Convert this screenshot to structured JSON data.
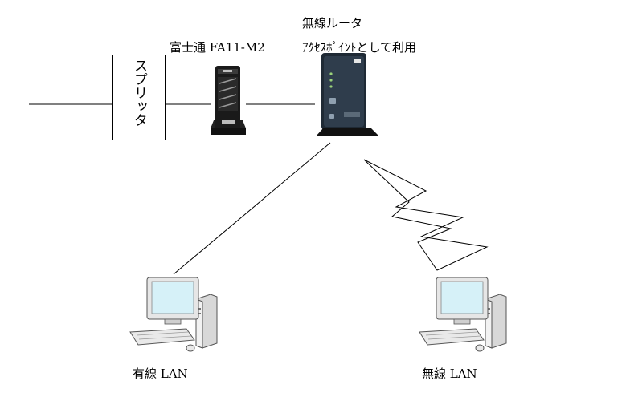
{
  "splitter": {
    "label": "スプリッタ"
  },
  "modem": {
    "label": "富士通 FA11-M2"
  },
  "router": {
    "title": "無線ルータ",
    "subtitle": "ｱｸｾｽﾎﾟｲﾝﾄとして利用"
  },
  "wired_pc": {
    "label": "有線 LAN"
  },
  "wireless_pc": {
    "label": "無線 LAN"
  }
}
